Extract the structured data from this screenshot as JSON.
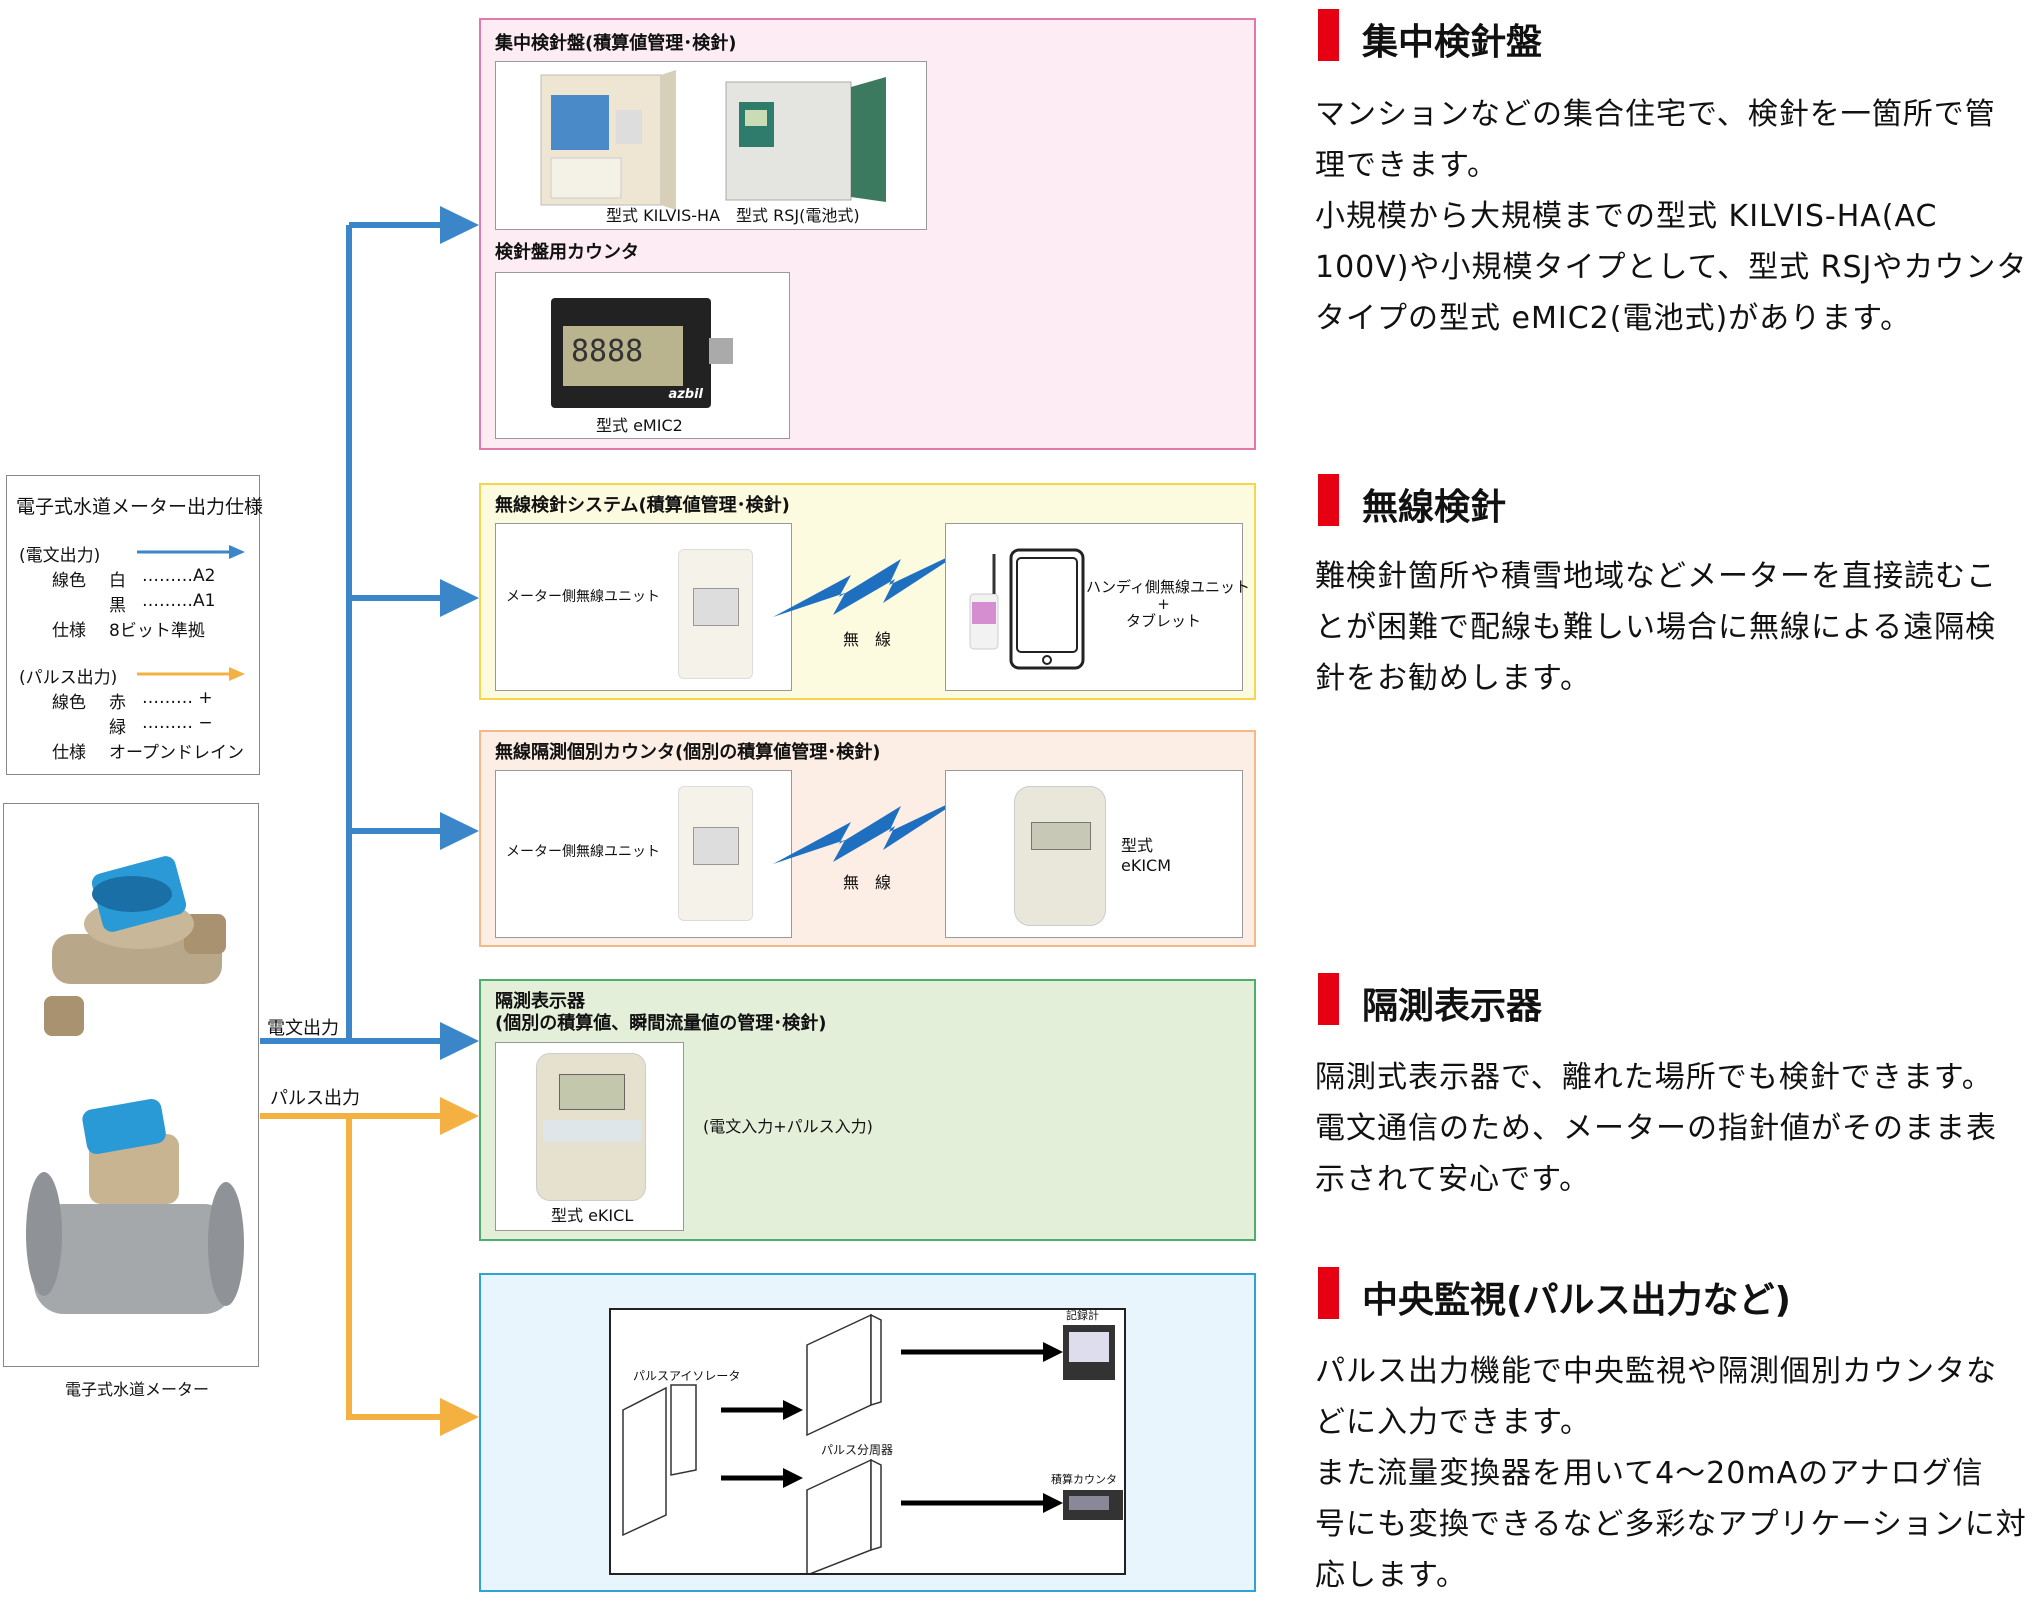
{
  "colors": {
    "denbun": "#3a86c8",
    "pulse": "#f5b042",
    "heading_bar": "#e60012"
  },
  "spec": {
    "title": "電子式水道メーター出力仕様",
    "denbun_label": "(電文出力)",
    "wire_color": "線色",
    "white": "白",
    "white_val": "………A2",
    "black": "黒",
    "black_val": "………A1",
    "spec": "仕様",
    "denbun_spec": "8ビット準拠",
    "pulse_label": "(パルス出力)",
    "red": "赤",
    "red_val": "……… +",
    "green": "緑",
    "green_val": "……… −",
    "pulse_spec": "オープンドレイン"
  },
  "meter_caption": "電子式水道メーター",
  "lines": {
    "denbun": "電文出力",
    "pulse": "パルス出力"
  },
  "panels": {
    "central": {
      "title": "集中検針盤(積算値管理･検針)",
      "kilvis": "型式 KILVIS-HA",
      "rsj": "型式 RSJ(電池式)",
      "counter_title": "検針盤用カウンタ",
      "emic": "型式 eMIC2",
      "lcd": "8888",
      "brand": "azbil"
    },
    "wireless": {
      "title": "無線検針システム(積算値管理･検針)",
      "meter_unit": "メーター側無線ユニット",
      "radio": "無　線",
      "handy1": "ハンディ側無線ユニット",
      "handy2": "+",
      "handy3": "タブレット"
    },
    "counter": {
      "title": "無線隔測個別カウンタ(個別の積算値管理･検針)",
      "meter_unit": "メーター側無線ユニット",
      "radio": "無　線",
      "model1": "型式",
      "model2": "eKICM"
    },
    "display": {
      "title1": "隔測表示器",
      "title2": "(個別の積算値、瞬間流量値の管理･検針)",
      "model": "型式 eKICL",
      "input": "(電文入力+パルス入力)"
    },
    "monitor": {
      "isolator": "パルスアイソレータ",
      "divider": "パルス分周器",
      "recorder": "記録計",
      "counter": "積算カウンタ"
    }
  },
  "sections": [
    {
      "heading": "集中検針盤",
      "lines": [
        "マンションなどの集合住宅で、検針を一箇所で管",
        "理できます。",
        "小規模から大規模までの型式 KILVIS-HA(AC",
        "100V)や小規模タイプとして、型式 RSJやカウンタ",
        "タイプの型式 eMIC2(電池式)があります。"
      ]
    },
    {
      "heading": "無線検針",
      "lines": [
        "難検針箇所や積雪地域などメーターを直接読むこ",
        "とが困難で配線も難しい場合に無線による遠隔検",
        "針をお勧めします。"
      ]
    },
    {
      "heading": "隔測表示器",
      "lines": [
        "隔測式表示器で、離れた場所でも検針できます。",
        "電文通信のため、メーターの指針値がそのまま表",
        "示されて安心です。"
      ]
    },
    {
      "heading": "中央監視(パルス出力など)",
      "lines": [
        "パルス出力機能で中央監視や隔測個別カウンタな",
        "どに入力できます。",
        "また流量変換器を用いて4～20mAのアナログ信",
        "号にも変換できるなど多彩なアプリケーションに対",
        "応します。"
      ]
    }
  ]
}
